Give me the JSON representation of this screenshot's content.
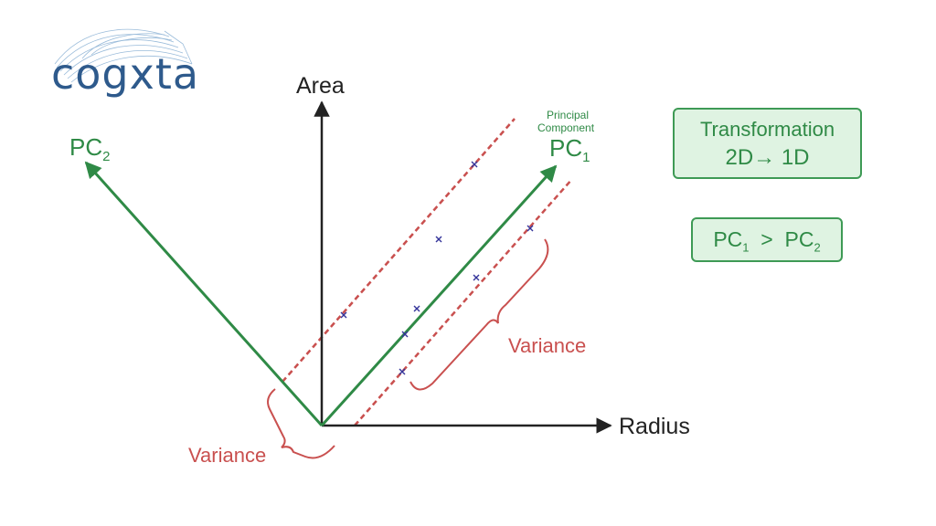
{
  "logo": {
    "text": "cogxta"
  },
  "axes": {
    "y_label": "Area",
    "x_label": "Radius"
  },
  "principal_component_caption": [
    "Principal",
    "Component"
  ],
  "pc1": {
    "base": "PC",
    "sub": "1"
  },
  "pc2": {
    "base": "PC",
    "sub": "2"
  },
  "variance_labels": {
    "upper_right": "Variance",
    "lower_left": "Variance"
  },
  "transformation_box": {
    "title": "Transformation",
    "detail": "2D→ 1D"
  },
  "comparison_box": {
    "left_base": "PC",
    "left_sub": "1",
    "operator": ">",
    "right_base": "PC",
    "right_sub": "2"
  },
  "colors": {
    "axis": "#222222",
    "component": "#2f8a46",
    "variance": "#c9504f",
    "point": "#34349a",
    "logo": "#2e5a8c",
    "box_fill": "#dff3e2"
  },
  "icons": [
    "logo-wave-icon",
    "data-point-cross-icon"
  ]
}
